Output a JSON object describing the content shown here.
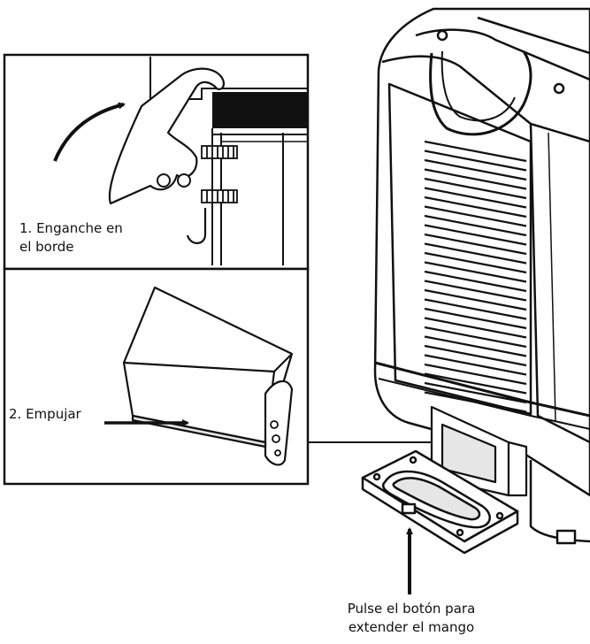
{
  "steps": [
    {
      "line1": "1. Enganche en",
      "line2": "el borde"
    },
    {
      "label": "2. Empujar"
    }
  ],
  "button_note": {
    "line1": "Pulse el botón para",
    "line2": "extender el mango"
  },
  "colors": {
    "ink": "#111111",
    "paper": "#ffffff",
    "shade": "#e6e6e6"
  }
}
